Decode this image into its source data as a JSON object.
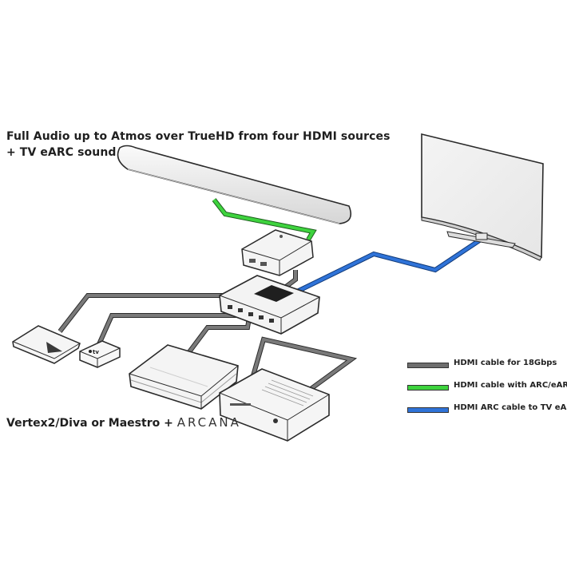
{
  "title": {
    "line1": "Full Audio up to Atmos over TrueHD from four HDMI sources",
    "line2": "+ TV eARC sound"
  },
  "caption": {
    "text": "Vertex2/Diva or Maestro + ",
    "brand": "ARCANA"
  },
  "devices": {
    "appletv_logo": "tv"
  },
  "legend": {
    "items": [
      {
        "label": "HDMI cable for 18Gbps",
        "color": "#6e6e6e"
      },
      {
        "label": "HDMI cable with ARC/eARC",
        "color": "#3ed33e"
      },
      {
        "label": "HDMI ARC cable to TV eARC",
        "color": "#2f73d8"
      }
    ]
  },
  "colors": {
    "cable_gray": "#6e6e6e",
    "cable_green": "#3ed33e",
    "cable_blue": "#2f73d8",
    "device_outline": "#2a2a2a",
    "device_fill": "#f3f3f3"
  }
}
